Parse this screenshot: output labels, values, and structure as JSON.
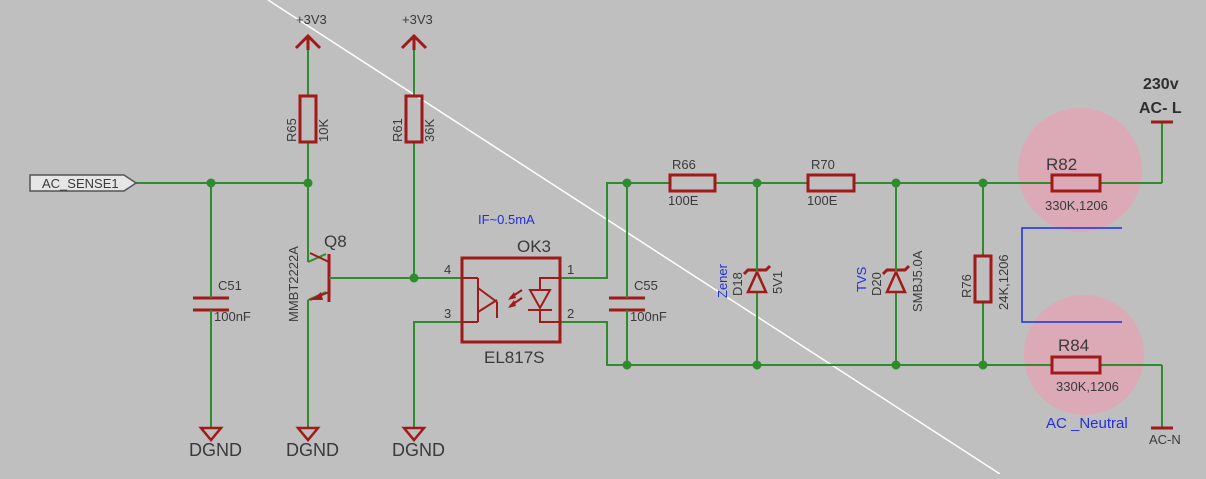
{
  "schematic": {
    "power": {
      "net": "+3V3"
    },
    "ground": {
      "net": "DGND"
    },
    "port": {
      "name": "AC_SENSE1"
    },
    "resistors": {
      "r65": {
        "ref": "R65",
        "value": "10K"
      },
      "r61": {
        "ref": "R61",
        "value": "36K"
      },
      "r66": {
        "ref": "R66",
        "value": "100E"
      },
      "r70": {
        "ref": "R70",
        "value": "100E"
      },
      "r76": {
        "ref": "R76",
        "value": "24K,1206"
      },
      "r82": {
        "ref": "R82",
        "value": "330K,1206"
      },
      "r84": {
        "ref": "R84",
        "value": "330K,1206"
      }
    },
    "capacitors": {
      "c51": {
        "ref": "C51",
        "value": "100nF"
      },
      "c55": {
        "ref": "C55",
        "value": "100nF"
      }
    },
    "transistor": {
      "ref": "Q8",
      "part": "MMBT2222A"
    },
    "optocoupler": {
      "ref": "OK3",
      "part": "EL817S",
      "note": "IF~0.5mA",
      "pins": {
        "p1": "1",
        "p2": "2",
        "p3": "3",
        "p4": "4"
      }
    },
    "diodes": {
      "d18": {
        "ref": "D18",
        "value": "5V1",
        "note": "Zener"
      },
      "d20": {
        "ref": "D20",
        "value": "SMBJ5.0A",
        "note": "TVS"
      }
    },
    "mains": {
      "line_voltage": "230v",
      "line_label": "AC- L",
      "neutral_note": "AC _Neutral",
      "neutral_label": "AC-N"
    },
    "colors": {
      "background": "#bfbfbf",
      "wire": "#2e8b2e",
      "symbol": "#a11a1a",
      "annotation": "#1f2fdc",
      "highlight": "#e0a4b4"
    }
  }
}
